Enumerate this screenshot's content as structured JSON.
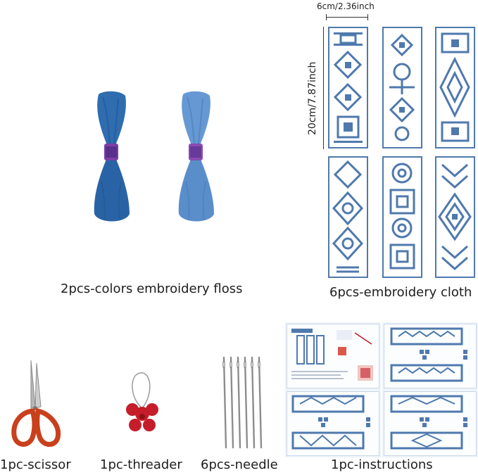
{
  "captions": {
    "floss": "2pcs-colors embroidery floss",
    "cloth": "6pcs-embroidery cloth",
    "scissor": "1pc-scissor",
    "threader": "1pc-threader",
    "needle": "6pcs-needle",
    "instructions": "1pc-instructions"
  },
  "dimensions": {
    "width_label": "6cm/2.36inch",
    "height_label": "20cm/7.87inch"
  },
  "colors": {
    "floss_dark": "#2f6cb0",
    "floss_light": "#5e93cf",
    "band": "#7b3fa8",
    "pattern_blue": "#4f79ad",
    "scissor_handle": "#c9401c",
    "threader_red": "#c51d2a"
  },
  "icons": [
    "floss-skein-icon",
    "scissor-icon",
    "threader-icon",
    "needle-icon"
  ]
}
